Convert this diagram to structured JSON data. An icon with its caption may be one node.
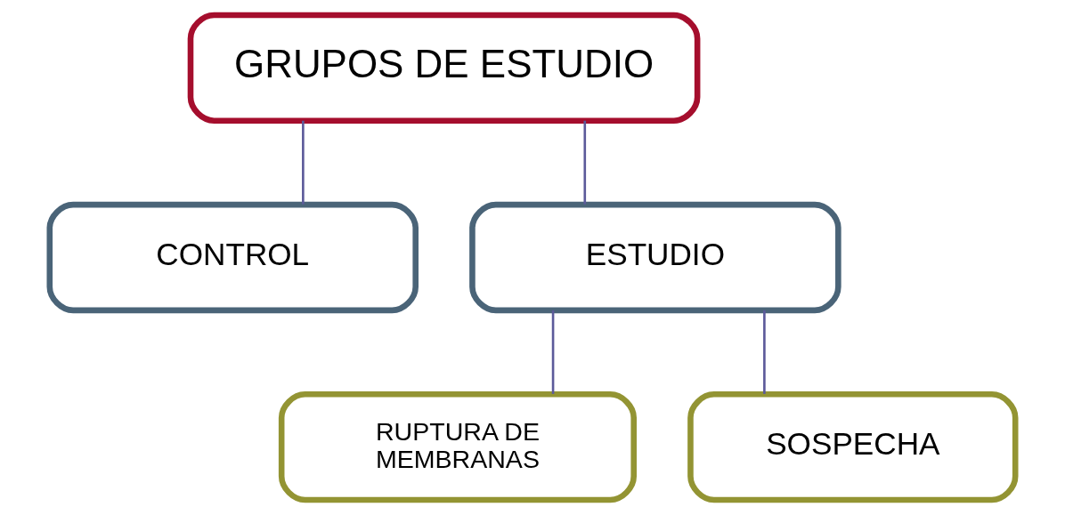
{
  "diagram": {
    "nodes": [
      {
        "text": [
          "GRUPOS DE ESTUDIO"
        ]
      },
      {
        "text": [
          "CONTROL"
        ]
      },
      {
        "text": [
          "ESTUDIO"
        ]
      },
      {
        "text": [
          "RUPTURA DE MEMBRANAS"
        ]
      },
      {
        "text": [
          "SOSPECHA"
        ]
      }
    ],
    "edges": [
      {
        "from": 0,
        "to": 1,
        "arrow": "none"
      },
      {
        "from": 0,
        "to": 2,
        "arrow": "none"
      },
      {
        "from": 2,
        "to": 3,
        "arrow": "none"
      },
      {
        "from": 2,
        "to": 4,
        "arrow": "none"
      }
    ]
  }
}
